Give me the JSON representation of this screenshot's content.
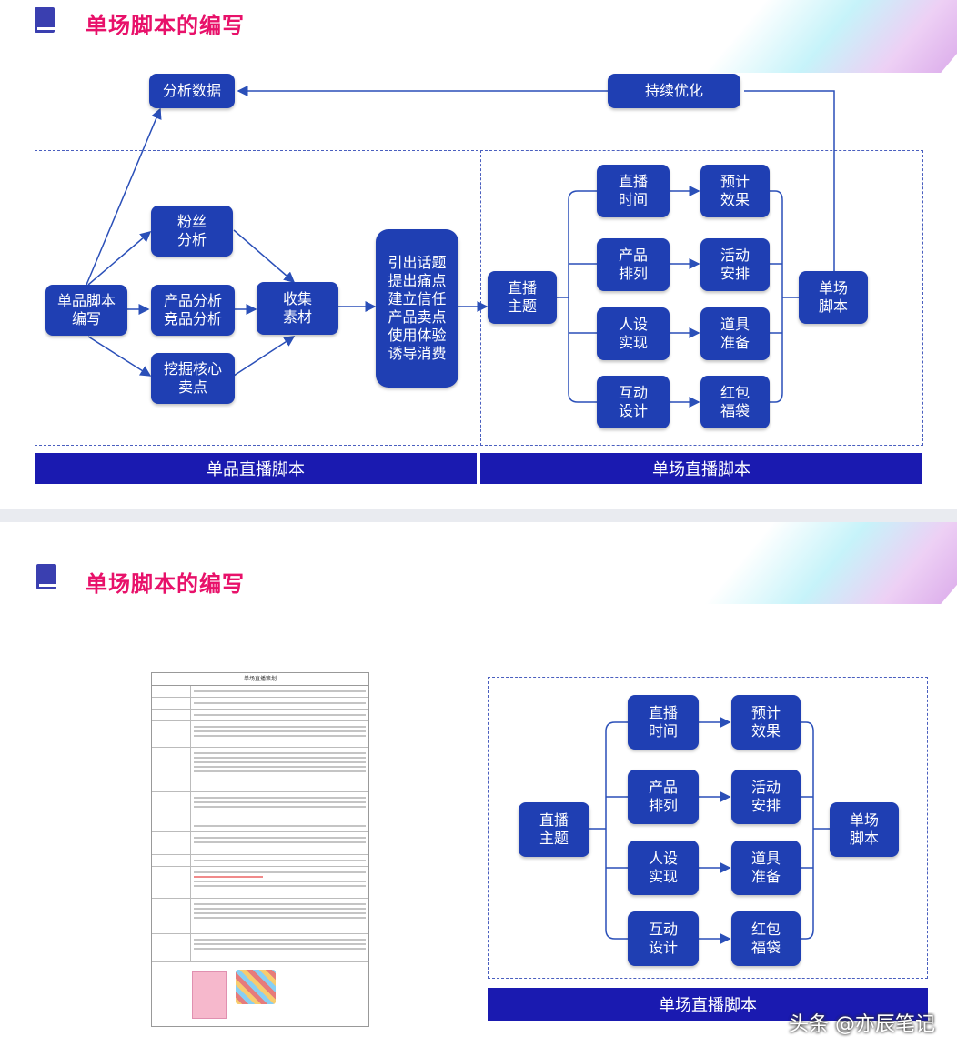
{
  "slide1": {
    "title": "单场脚本的编写",
    "nodes": {
      "analyze_data": "分析数据",
      "continuous_opt": "持续优化",
      "fan_analysis": "粉丝\n分析",
      "single_script": "单品脚本\n编写",
      "product_analysis": "产品分析\n竞品分析",
      "core_selling": "挖掘核心\n卖点",
      "collect_material": "收集\n素材",
      "flow_steps": "引出话题\n提出痛点\n建立信任\n产品卖点\n使用体验\n诱导消费",
      "live_theme": "直播\n主题",
      "live_time": "直播\n时间",
      "expected_effect": "预计\n效果",
      "product_order": "产品\n排列",
      "activity_setup": "活动\n安排",
      "persona": "人设\n实现",
      "props": "道具\n准备",
      "interaction": "互动\n设计",
      "red_packet": "红包\n福袋",
      "session_script": "单场\n脚本"
    },
    "bars": {
      "left": "单品直播脚本",
      "right": "单场直播脚本"
    }
  },
  "slide2": {
    "title": "单场脚本的编写",
    "doc_title": "单场直播策划",
    "nodes": {
      "live_theme": "直播\n主题",
      "live_time": "直播\n时间",
      "expected_effect": "预计\n效果",
      "product_order": "产品\n排列",
      "activity_setup": "活动\n安排",
      "persona": "人设\n实现",
      "props": "道具\n准备",
      "interaction": "互动\n设计",
      "red_packet": "红包\n福袋",
      "session_script": "单场\n脚本"
    },
    "bar": "单场直播脚本"
  },
  "watermark": "头条 @亦辰笔记",
  "colors": {
    "node": "#1f3fb3",
    "bar": "#1a1ab0",
    "title": "#e8116a",
    "line": "#2a4fb8"
  }
}
